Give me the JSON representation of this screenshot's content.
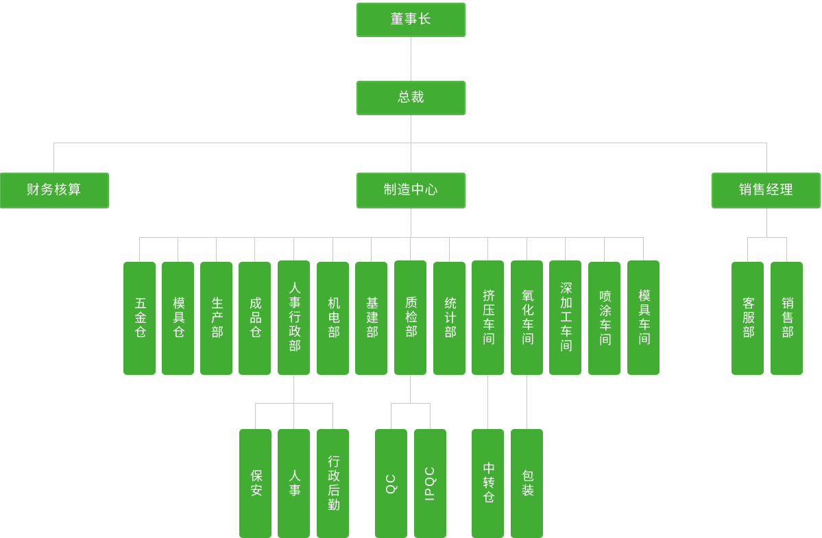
{
  "chart_data": {
    "type": "diagram",
    "title": "",
    "diagram_kind": "organization-chart",
    "orientation": "top-down",
    "colors": {
      "node_fill": "#41ad33",
      "node_inner_border": "#62c155",
      "node_text": "#ffffff",
      "connector": "#c9c9c9",
      "background": "#ffffff"
    },
    "levels": [
      {
        "level": 1,
        "nodes": [
          "董事长"
        ]
      },
      {
        "level": 2,
        "nodes": [
          "总裁"
        ]
      },
      {
        "level": 3,
        "nodes": [
          "财务核算",
          "制造中心",
          "销售经理"
        ]
      },
      {
        "level": 4,
        "nodes": [
          "五金仓",
          "模具仓",
          "生产部",
          "成品仓",
          "人事行政部",
          "机电部",
          "基建部",
          "质检部",
          "统计部",
          "挤压车间",
          "氧化车间",
          "深加工车间",
          "喷涂车间",
          "模具车间",
          "客服部",
          "销售部"
        ]
      },
      {
        "level": 5,
        "nodes": [
          "保安",
          "人事",
          "行政后勤",
          "QC",
          "IPQC",
          "中转仓",
          "包装"
        ]
      }
    ],
    "edges": [
      {
        "from": "董事长",
        "to": "总裁"
      },
      {
        "from": "总裁",
        "to": "财务核算"
      },
      {
        "from": "总裁",
        "to": "制造中心"
      },
      {
        "from": "总裁",
        "to": "销售经理"
      },
      {
        "from": "制造中心",
        "to": "五金仓"
      },
      {
        "from": "制造中心",
        "to": "模具仓"
      },
      {
        "from": "制造中心",
        "to": "生产部"
      },
      {
        "from": "制造中心",
        "to": "成品仓"
      },
      {
        "from": "制造中心",
        "to": "人事行政部"
      },
      {
        "from": "制造中心",
        "to": "机电部"
      },
      {
        "from": "制造中心",
        "to": "基建部"
      },
      {
        "from": "制造中心",
        "to": "质检部"
      },
      {
        "from": "制造中心",
        "to": "统计部"
      },
      {
        "from": "制造中心",
        "to": "挤压车间"
      },
      {
        "from": "制造中心",
        "to": "氧化车间"
      },
      {
        "from": "制造中心",
        "to": "深加工车间"
      },
      {
        "from": "制造中心",
        "to": "喷涂车间"
      },
      {
        "from": "制造中心",
        "to": "模具车间"
      },
      {
        "from": "销售经理",
        "to": "客服部"
      },
      {
        "from": "销售经理",
        "to": "销售部"
      },
      {
        "from": "人事行政部",
        "to": "保安"
      },
      {
        "from": "人事行政部",
        "to": "人事"
      },
      {
        "from": "人事行政部",
        "to": "行政后勤"
      },
      {
        "from": "质检部",
        "to": "QC"
      },
      {
        "from": "质检部",
        "to": "IPQC"
      },
      {
        "from": "挤压车间",
        "to": "中转仓"
      },
      {
        "from": "氧化车间",
        "to": "包装"
      }
    ]
  },
  "nodes": {
    "chairman": {
      "label": "董事长"
    },
    "president": {
      "label": "总裁"
    },
    "finance": {
      "label": "财务核算"
    },
    "manufacturing": {
      "label": "制造中心"
    },
    "sales_manager": {
      "label": "销售经理"
    },
    "hardware_store": {
      "label": "五金仓"
    },
    "mold_store": {
      "label": "模具仓"
    },
    "production_dept": {
      "label": "生产部"
    },
    "finished_store": {
      "label": "成品仓"
    },
    "hr_admin_dept": {
      "label": "人事行政部"
    },
    "electrical_dept": {
      "label": "机电部"
    },
    "infra_dept": {
      "label": "基建部"
    },
    "qa_dept": {
      "label": "质检部"
    },
    "statistics_dept": {
      "label": "统计部"
    },
    "extrusion_shop": {
      "label": "挤压车间"
    },
    "oxidation_shop": {
      "label": "氧化车间"
    },
    "deep_proc_shop": {
      "label": "深加工车间"
    },
    "coating_shop": {
      "label": "喷涂车间"
    },
    "mold_shop": {
      "label": "模具车间"
    },
    "customer_service": {
      "label": "客服部"
    },
    "sales_dept": {
      "label": "销售部"
    },
    "security": {
      "label": "保安"
    },
    "hr": {
      "label": "人事"
    },
    "admin_logistics": {
      "label": "行政后勤"
    },
    "qc": {
      "label": "QC"
    },
    "ipqc": {
      "label": "IPQC"
    },
    "transit_store": {
      "label": "中转仓"
    },
    "packaging": {
      "label": "包装"
    }
  }
}
